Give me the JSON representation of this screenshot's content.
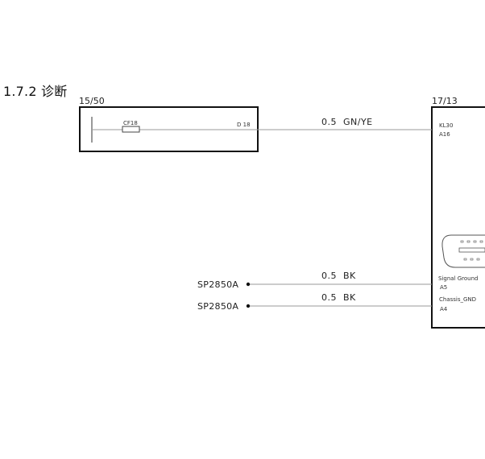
{
  "section": {
    "number": "1.7.2",
    "title": "诊断"
  },
  "left_component": {
    "id": "15/50",
    "fuse": "CF18",
    "pin": "D 18"
  },
  "right_component": {
    "id": "17/13",
    "pins": [
      {
        "name": "KL30",
        "number": "A16"
      },
      {
        "name": "Signal Ground",
        "number": "A5"
      },
      {
        "name": "Chassis_GND",
        "number": "A4"
      }
    ]
  },
  "wires": [
    {
      "size": "0.5",
      "color": "GN/YE"
    },
    {
      "size": "0.5",
      "color": "BK"
    },
    {
      "size": "0.5",
      "color": "BK"
    }
  ],
  "splices": [
    {
      "label": "SP2850A"
    },
    {
      "label": "SP2850A"
    }
  ],
  "colors": {
    "line": "#111111",
    "wire": "#9a9a9a"
  }
}
